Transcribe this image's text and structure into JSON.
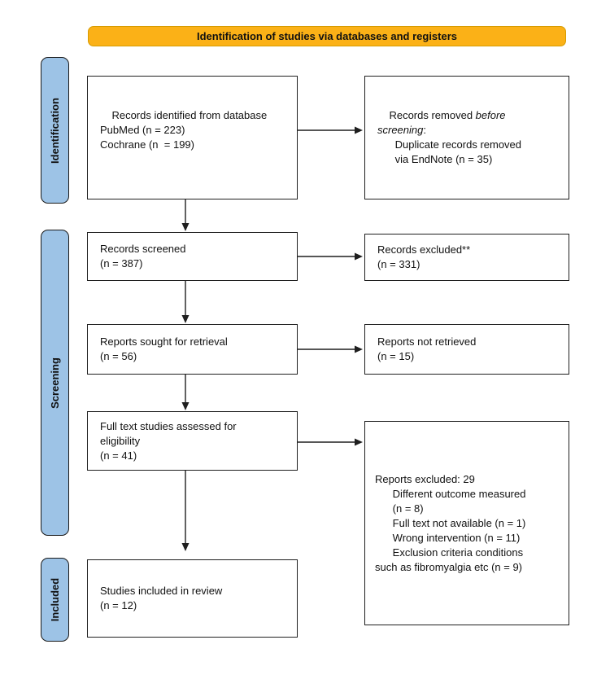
{
  "title_banner": {
    "label": "Identification of studies via databases and registers"
  },
  "stage_labels": {
    "identification": "Identification",
    "screening": "Screening",
    "included": "Included"
  },
  "boxes": {
    "records_identified": {
      "text": "Records identified from database\nPubMed (n = 223)\nCochrane (n  = 199)"
    },
    "records_removed": {
      "pre": "Records removed ",
      "italic": "before\nscreening",
      "post": ":\n      Duplicate records removed\n      via EndNote (n = 35)"
    },
    "records_screened": {
      "text": "Records screened\n(n = 387)"
    },
    "records_excluded": {
      "text": "Records excluded**\n(n = 331)"
    },
    "reports_sought": {
      "text": "Reports sought for retrieval\n(n = 56)"
    },
    "reports_not_retrieved": {
      "text": "Reports not retrieved\n(n = 15)"
    },
    "fulltext_assessed": {
      "text": "Full text studies assessed for\neligibility\n(n = 41)"
    },
    "reports_excluded": {
      "text": "Reports excluded: 29\n      Different outcome measured\n      (n = 8)\n      Full text not available (n = 1)\n      Wrong intervention (n = 11)\n      Exclusion criteria conditions\nsuch as fibromyalgia etc (n = 9)"
    },
    "studies_included": {
      "text": "Studies included in review\n(n = 12)"
    }
  },
  "colors": {
    "banner_fill": "#FBB117",
    "banner_border": "#D79B00",
    "stage_fill": "#9DC3E6",
    "box_border": "#1F1F1F",
    "background": "#FFFFFF"
  }
}
